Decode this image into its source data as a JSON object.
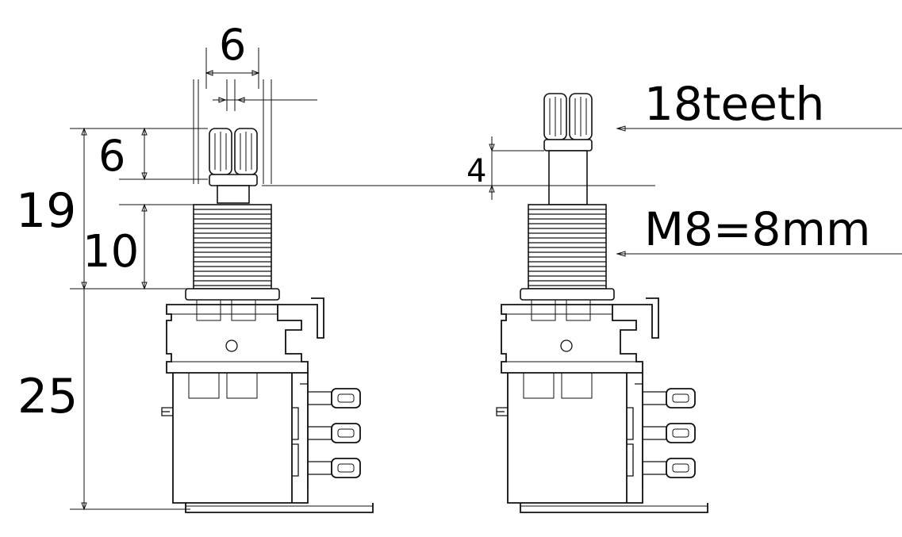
{
  "labels": {
    "shaft_width": "6",
    "knurl_height": "6",
    "total_height": "19",
    "bushing_height": "10",
    "body_height": "25",
    "spacer_height": "4",
    "teeth": "18teeth",
    "thread": "M8=8mm"
  },
  "colors": {
    "line": "#111111",
    "background": "#ffffff"
  }
}
